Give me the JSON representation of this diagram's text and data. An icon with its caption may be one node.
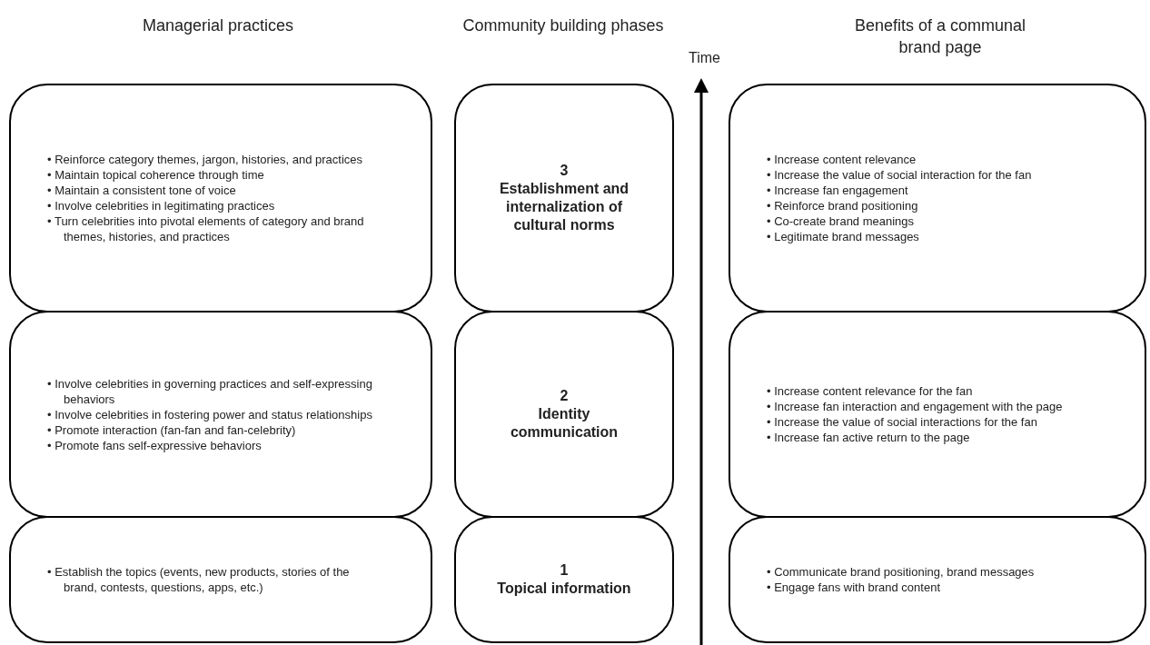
{
  "diagram": {
    "nodes": [
      {
        "text": [
          "• Reinforce category themes, jargon, histories, and practices",
          "• Maintain topical coherence through time",
          "• Maintain a consistent tone of voice",
          "• Involve celebrities in legitimating practices",
          "• Turn celebrities into pivotal elements of category and brand themes, histories, and practices"
        ]
      },
      {
        "text": [
          "3",
          "Establishment and internalization of cultural norms"
        ]
      },
      {
        "text": [
          "• Increase content relevance",
          "• Increase the value of social interaction for the fan",
          "• Increase fan engagement",
          "• Reinforce brand positioning",
          "• Co-create brand meanings",
          "• Legitimate brand messages"
        ]
      },
      {
        "text": [
          "• Involve celebrities in governing practices and self-expressing behaviors",
          "• Involve celebrities in fostering power and status relationships",
          "• Promote interaction (fan-fan and fan-celebrity)",
          "• Promote fans self-expressive behaviors"
        ]
      },
      {
        "text": [
          "2",
          "Identity communication"
        ]
      },
      {
        "text": [
          "• Increase content relevance for the fan",
          "• Increase fan interaction and engagement with the page",
          "• Increase the value of social interactions for the fan",
          "• Increase fan active return to the page"
        ]
      },
      {
        "text": [
          "• Establish the topics (events, new products, stories of the brand, contests, questions, apps, etc.)"
        ]
      },
      {
        "text": [
          "1",
          "Topical information"
        ]
      },
      {
        "text": [
          "• Communicate brand positioning, brand messages",
          "• Engage fans with brand content"
        ]
      }
    ],
    "labels": [
      "Managerial practices",
      "Community building phases",
      "Benefits of a communal brand page",
      "Time"
    ]
  }
}
